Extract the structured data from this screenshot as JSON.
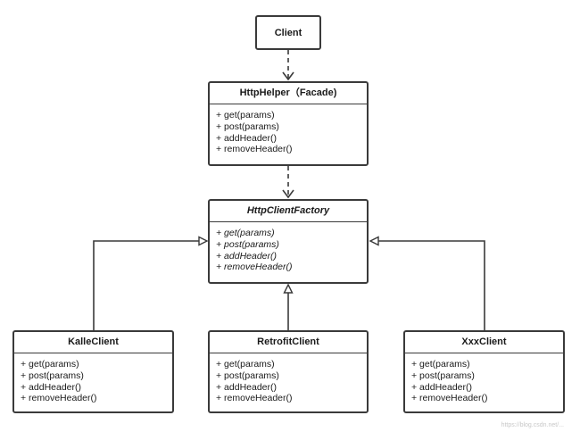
{
  "client": {
    "name": "Client"
  },
  "facade": {
    "name": "HttpHelper（Facade)",
    "methods": [
      "+ get(params)",
      "+ post(params)",
      "+ addHeader()",
      "+ removeHeader()"
    ]
  },
  "factory": {
    "name": "HttpClientFactory",
    "methods": [
      "+ get(params)",
      "+ post(params)",
      "+ addHeader()",
      "+ removeHeader()"
    ]
  },
  "kalle": {
    "name": "KalleClient",
    "methods": [
      "+ get(params)",
      "+ post(params)",
      "+ addHeader()",
      "+ removeHeader()"
    ]
  },
  "retrofit": {
    "name": "RetrofitClient",
    "methods": [
      "+ get(params)",
      "+ post(params)",
      "+ addHeader()",
      "+ removeHeader()"
    ]
  },
  "xxx": {
    "name": "XxxClient",
    "methods": [
      "+ get(params)",
      "+ post(params)",
      "+ addHeader()",
      "+ removeHeader()"
    ]
  },
  "watermark": "https://blog.csdn.net/..."
}
